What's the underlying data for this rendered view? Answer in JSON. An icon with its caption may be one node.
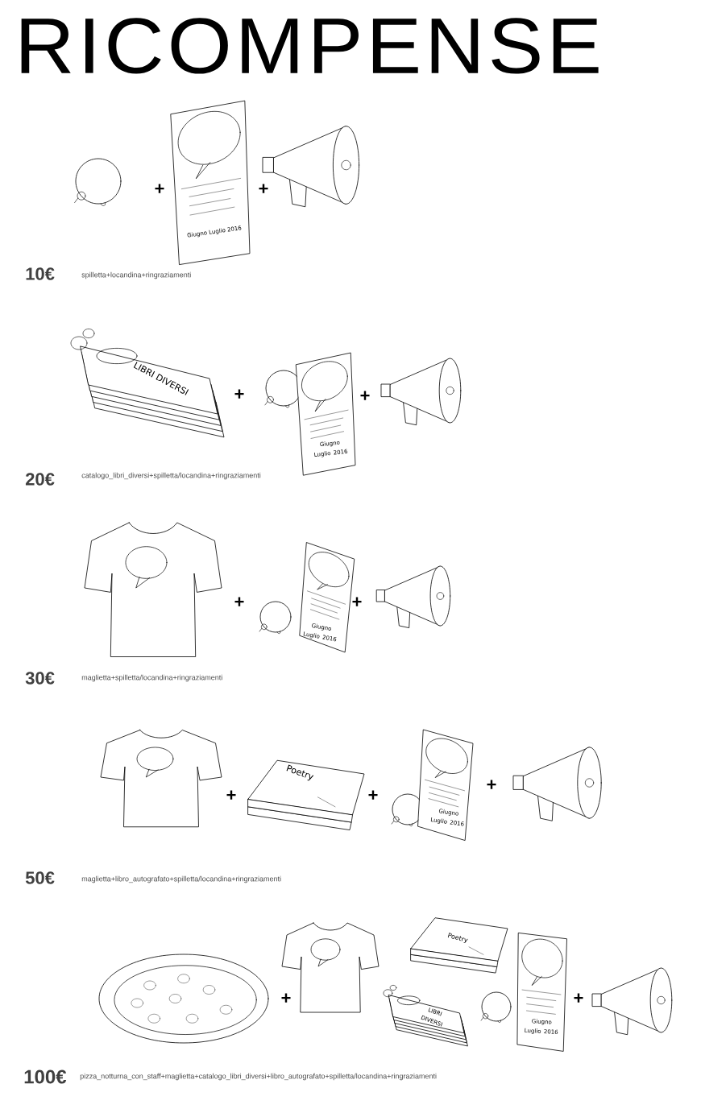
{
  "diagram": {
    "title": "RICOMPENSE",
    "labels": [
      "+",
      "Giugno Luglio 2016",
      "+",
      "10€",
      "spilletta+locandina+ringraziamenti",
      "LIBRI DIVERSI",
      "+",
      "Giugno Luglio 2016",
      "+",
      "20€",
      "catalogo_libri_diversi+spilletta/locandina+ringraziamenti",
      "+",
      "Giugno Luglio 2016",
      "+",
      "30€",
      "maglietta+spilletta/locandina+ringraziamenti",
      "Poetry",
      "+",
      "+",
      "Giugno Luglio 2016",
      "+",
      "50€",
      "maglietta+libro_autografato+spilletta/locandina+ringraziamenti",
      "Poetry",
      "+",
      "LIBRI DIVERSI",
      "Giugno Luglio 2016",
      "+",
      "100€",
      "pizza_notturna_con_staff+maglietta+catalogo_libri_diversi+libro_autografato+spilletta/locandina+ringraziamenti"
    ]
  }
}
